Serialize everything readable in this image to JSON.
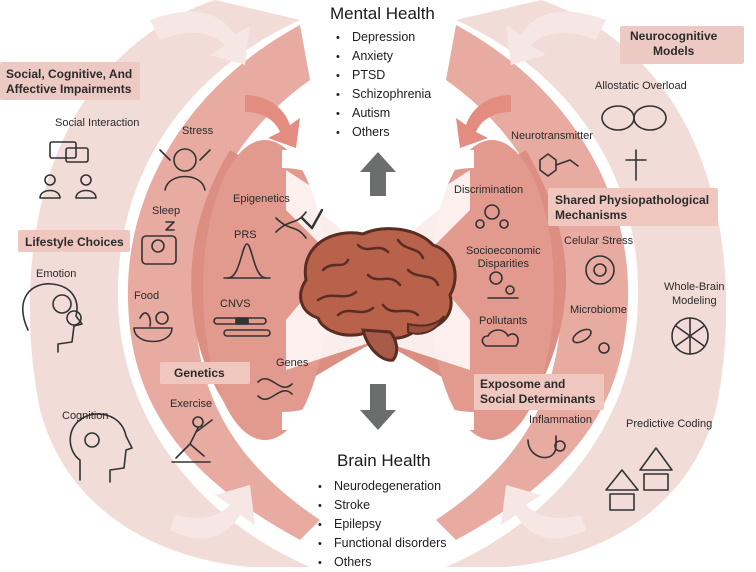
{
  "mental_health": {
    "title": "Mental Health",
    "items": [
      "Depression",
      "Anxiety",
      "PTSD",
      "Schizophrenia",
      "Autism",
      "Others"
    ]
  },
  "brain_health": {
    "title": "Brain Health",
    "items": [
      "Neurodegeneration",
      "Stroke",
      "Epilepsy",
      "Functional disorders",
      "Others"
    ]
  },
  "left": {
    "social_header": "Social, Cognitive, And\nAffective Impairments",
    "social_interaction": "Social Interaction",
    "emotion": "Emotion",
    "cognition": "Cognition",
    "lifestyle_header": "Lifestyle Choices",
    "stress": "Stress",
    "sleep": "Sleep",
    "food": "Food",
    "exercise": "Exercise",
    "genetics_header": "Genetics",
    "epigenetics": "Epigenetics",
    "prs": "PRS",
    "cnvs": "CNVS",
    "genes": "Genes"
  },
  "right": {
    "models_header": "Neurocognitive\nModels",
    "allostatic": "Allostatic Overload",
    "whole_brain": "Whole-Brain\nModeling",
    "predictive": "Predictive Coding",
    "physio_header": "Shared Physiopathological\nMechanisms",
    "neurotransmitter": "Neurotransmitter",
    "cellular_stress": "Celular Stress",
    "microbiome": "Microbiome",
    "inflammation": "Inflammation",
    "exposome_header": "Exposome and\nSocial Determinants",
    "discrimination": "Discrimination",
    "socioeconomic": "Socioeconomic\nDisparities",
    "pollutants": "Pollutants"
  },
  "colors": {
    "outer": "#eed6d1",
    "middle": "#e9a99e",
    "inner": "#d98b7f",
    "header_bg": "#f3d3cd",
    "arrow_grey": "#6b6e6c"
  }
}
